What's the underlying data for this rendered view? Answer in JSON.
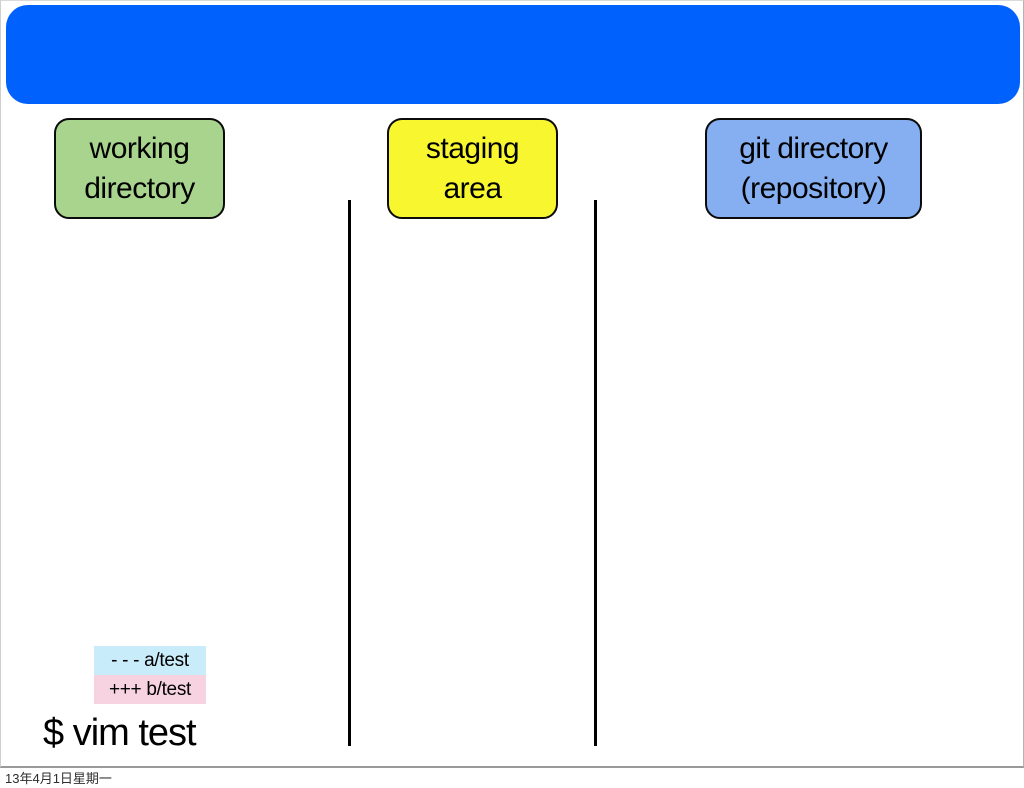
{
  "slide": {
    "title_bar": {
      "text": "",
      "bg": "#0161fd"
    },
    "boxes": [
      {
        "name": "working-directory",
        "label": "working\ndirectory",
        "bg": "#a9d48e"
      },
      {
        "name": "staging-area",
        "label": "staging\narea",
        "bg": "#f8f72f"
      },
      {
        "name": "git-directory",
        "label": "git directory\n(repository)",
        "bg": "#85aff1"
      }
    ],
    "dividers": {
      "count": 2,
      "color": "#000000"
    },
    "diff": {
      "removed_line": "- - - a/test",
      "removed_bg": "#c9ecfa",
      "added_line": "+++ b/test",
      "added_bg": "#f7d3e1"
    },
    "command": "$ vim test"
  },
  "status": {
    "date_stamp": "13年4月1日星期一"
  },
  "colors": {
    "header_blue": "#0161fd",
    "working_green": "#a9d48e",
    "staging_yellow": "#f8f72f",
    "repository_blue": "#85aff1",
    "diff_removed_bg": "#c9ecfa",
    "diff_added_bg": "#f7d3e1",
    "slide_border": "#999999"
  }
}
